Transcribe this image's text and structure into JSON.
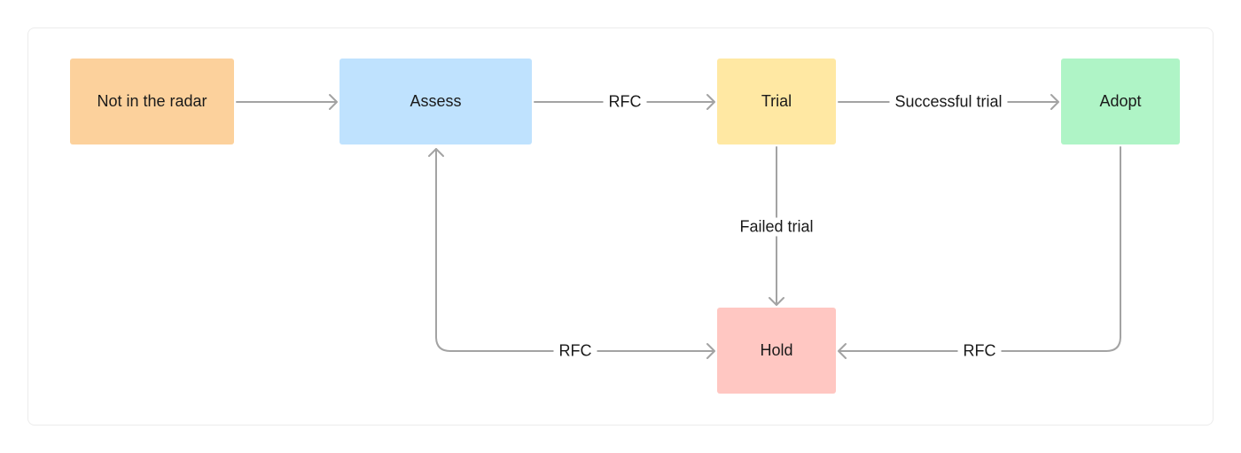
{
  "nodes": {
    "not_in_radar": {
      "label": "Not in the radar",
      "color": "#fcd19c"
    },
    "assess": {
      "label": "Assess",
      "color": "#bfe2fe"
    },
    "trial": {
      "label": "Trial",
      "color": "#ffe8a3"
    },
    "adopt": {
      "label": "Adopt",
      "color": "#aff4c6"
    },
    "hold": {
      "label": "Hold",
      "color": "#ffc7c2"
    }
  },
  "edges": {
    "not_in_radar_to_assess": {
      "label": ""
    },
    "assess_to_trial": {
      "label": "RFC"
    },
    "trial_to_adopt": {
      "label": "Successful trial"
    },
    "trial_to_hold": {
      "label": "Failed trial"
    },
    "hold_to_assess": {
      "label": "RFC"
    },
    "adopt_to_hold": {
      "label": "RFC"
    }
  },
  "colors": {
    "arrow": "#a3a3a3",
    "frame_border": "#ececec",
    "text": "#1a1a1a"
  }
}
